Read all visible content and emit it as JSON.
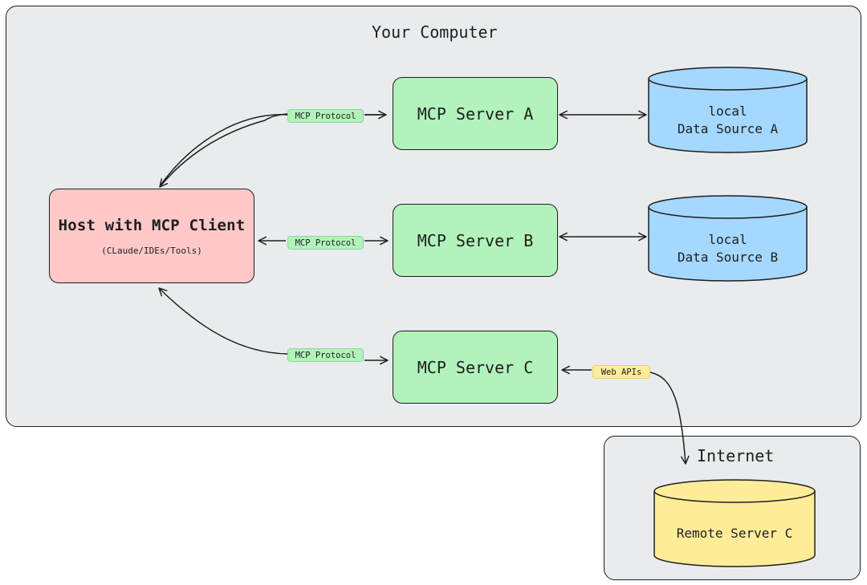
{
  "regions": {
    "computer_title": "Your Computer",
    "internet_title": "Internet"
  },
  "host": {
    "title": "Host with MCP Client",
    "subtitle": "(CLaude/IDEs/Tools)"
  },
  "servers": {
    "a": "MCP Server A",
    "b": "MCP Server B",
    "c": "MCP Server C"
  },
  "connections": {
    "protocol_a": "MCP Protocol",
    "protocol_b": "MCP Protocol",
    "protocol_c": "MCP Protocol",
    "web_apis": "Web APIs"
  },
  "data_sources": {
    "a_line1": "local",
    "a_line2": "Data Source A",
    "b_line1": "local",
    "b_line2": "Data Source B",
    "remote": "Remote Server C"
  },
  "colors": {
    "region_fill": "#e9ecef",
    "host_fill": "#ffc9c9",
    "server_fill": "#b2f2bb",
    "local_db_fill": "#a5d8ff",
    "remote_db_fill": "#ffec99",
    "stroke": "#1e1e1e"
  }
}
